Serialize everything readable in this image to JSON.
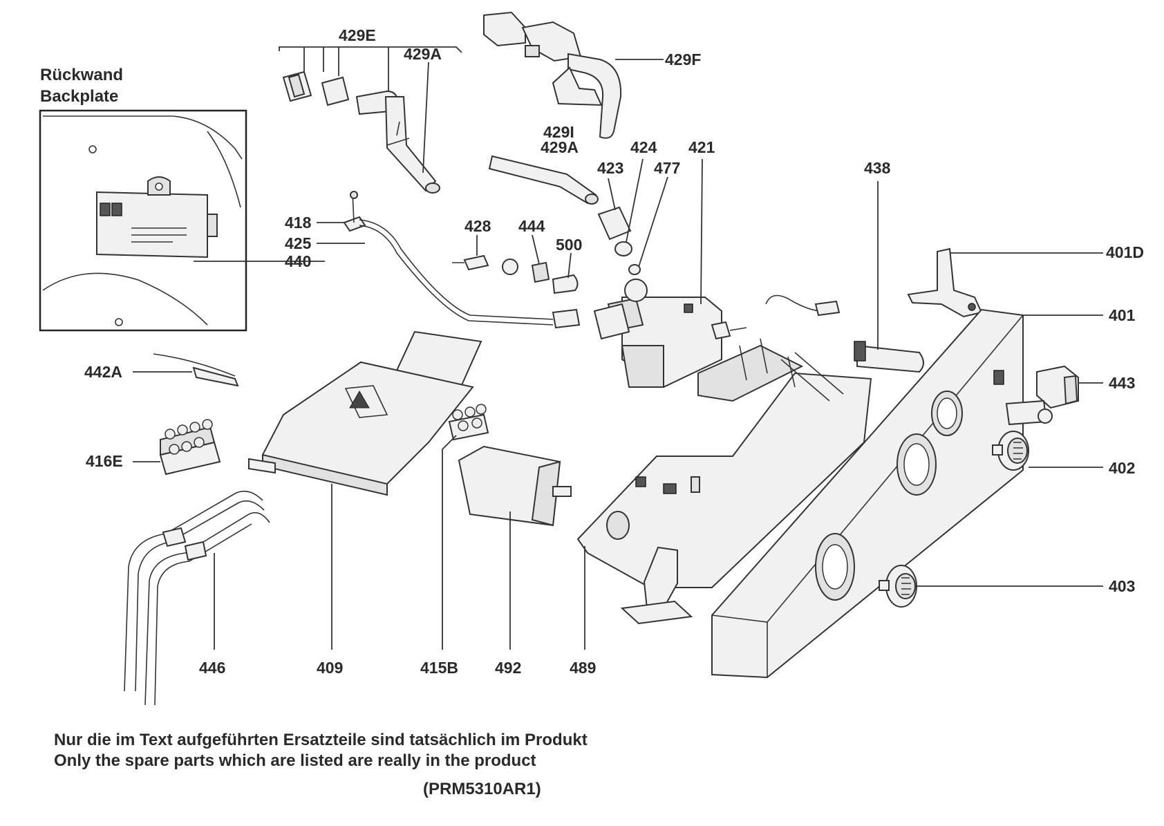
{
  "inset": {
    "title_de": "Rückwand",
    "title_en": "Backplate"
  },
  "parts": [
    {
      "id": "p429E",
      "label": "429E"
    },
    {
      "id": "p429A_top",
      "label": "429A"
    },
    {
      "id": "p429F",
      "label": "429F"
    },
    {
      "id": "p429I",
      "label": "429I"
    },
    {
      "id": "p429A_mid",
      "label": "429A"
    },
    {
      "id": "p424",
      "label": "424"
    },
    {
      "id": "p421",
      "label": "421"
    },
    {
      "id": "p423",
      "label": "423"
    },
    {
      "id": "p477",
      "label": "477"
    },
    {
      "id": "p438",
      "label": "438"
    },
    {
      "id": "p418",
      "label": "418"
    },
    {
      "id": "p425",
      "label": "425"
    },
    {
      "id": "p440",
      "label": "440"
    },
    {
      "id": "p428",
      "label": "428"
    },
    {
      "id": "p444",
      "label": "444"
    },
    {
      "id": "p500",
      "label": "500"
    },
    {
      "id": "p401D",
      "label": "401D"
    },
    {
      "id": "p401",
      "label": "401"
    },
    {
      "id": "p442A",
      "label": "442A"
    },
    {
      "id": "p443",
      "label": "443"
    },
    {
      "id": "p416E",
      "label": "416E"
    },
    {
      "id": "p402",
      "label": "402"
    },
    {
      "id": "p403",
      "label": "403"
    },
    {
      "id": "p446",
      "label": "446"
    },
    {
      "id": "p409",
      "label": "409"
    },
    {
      "id": "p415B",
      "label": "415B"
    },
    {
      "id": "p492",
      "label": "492"
    },
    {
      "id": "p489",
      "label": "489"
    }
  ],
  "footer": {
    "line_de": "Nur die im Text aufgeführten Ersatzteile sind tatsächlich im Produkt",
    "line_en": "Only the spare parts which are listed are really in the product",
    "code": "(PRM5310AR1)"
  }
}
